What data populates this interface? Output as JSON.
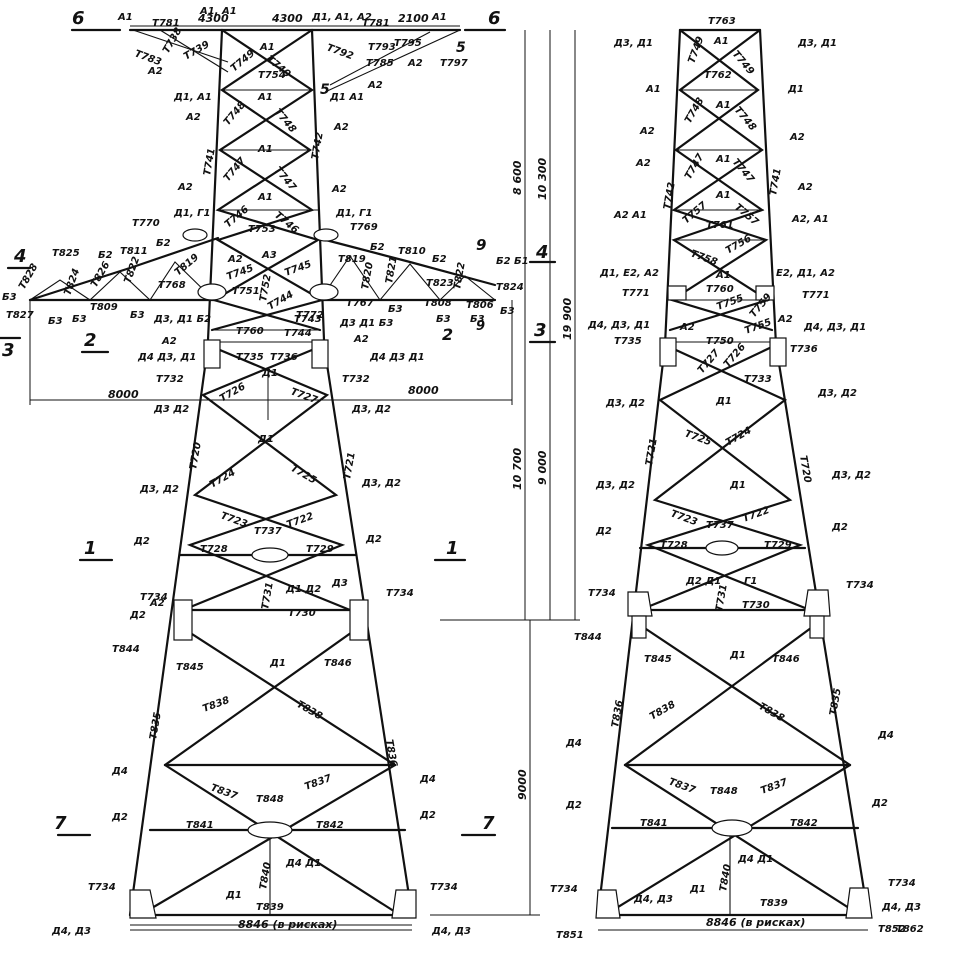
{
  "section_marks": {
    "s6_left": "6",
    "s6_right": "6",
    "s4_left": "4",
    "s4_right": "4",
    "s3_left": "3",
    "s3_right": "3",
    "s2": "2",
    "s2r": "2",
    "s9_top": "9",
    "s9_bot": "9",
    "s1_left": "1",
    "s1_right": "1",
    "s7_left": "7",
    "s7_right": "7",
    "s5": "5",
    "s5b": "5"
  },
  "dimensions": {
    "top_left": "4300",
    "top_right": "4300",
    "top_2100": "2100",
    "arm_left": "8000",
    "arm_right": "8000",
    "h_8600": "8 600",
    "h_10300": "10 300",
    "h_19900": "19 900",
    "h_10700": "10 700",
    "h_9000a": "9 000",
    "h_9000b": "9000",
    "base_left": "8846 (в рисках)",
    "base_right": "8846 (в рисках)"
  },
  "front_labels": {
    "a1_top": "А1",
    "t781_l": "Т781",
    "a1a1": "А1, А1",
    "d1a1a2": "Д1, А1, А2",
    "t781_r": "Т781",
    "a1_top_r": "А1",
    "t738": "Т738",
    "t739": "Т739",
    "t783": "Т783",
    "a2_tl": "А2",
    "a1_x1": "А1",
    "t749": "Т749",
    "t740": "Т740",
    "t754": "Т754",
    "t792": "Т792",
    "t793": "Т793",
    "t795": "Т795",
    "t785": "Т785",
    "a2_tr": "А2",
    "t797": "Т797",
    "d1a1_l": "Д1, А1",
    "d1a1_r": "Д1 А1",
    "a2_r1": "А2",
    "a1_x2": "А1",
    "t748a": "Т748",
    "t748b": "Т748",
    "a2_l2": "А2",
    "t741": "Т741",
    "t742": "Т742",
    "a2_r2": "А2",
    "a1_x3": "А1",
    "t747a": "Т747",
    "t747b": "Т747",
    "a2_l3": "А2",
    "a2_r3": "А2",
    "a1_x4": "А1",
    "t746a": "Т746",
    "t746b": "Т746",
    "t770": "Т770",
    "d1g1_l": "Д1, Г1",
    "d1g1_r": "Д1, Г1",
    "t769": "Т769",
    "t753": "Т753",
    "t825": "Т825",
    "b2_1": "Б2",
    "t811": "Т811",
    "b2_2": "Б2",
    "b2_3": "Б2",
    "t810": "Т810",
    "b2_4": "Б2",
    "b2b1": "Б2 Б1",
    "a3": "А3",
    "a2_mid": "А2",
    "t745a": "Т745",
    "t745b": "Т745",
    "t819a": "Т819",
    "t819b": "Т819",
    "t768": "Т768",
    "t767": "Т767",
    "b3_l": "Б3",
    "t828": "Т828",
    "t824": "Т824",
    "t826": "Т826",
    "t822a": "Т822",
    "t820": "Т820",
    "t821": "Т821",
    "t823": "Т823",
    "t822b": "Т822",
    "t824b": "Т824",
    "t751": "Т751",
    "t752": "Т752",
    "t744": "Т744",
    "t743": "Т743",
    "t827": "Т827",
    "b3a": "Б3",
    "b3b": "Б3",
    "t809": "Т809",
    "b3c": "Б3",
    "d3d1b2": "Д3, Д1 Б2",
    "t808": "Т808",
    "b3d": "Б3",
    "t806": "Т806",
    "b3e": "Б3",
    "b3f": "Б3",
    "b3g": "Б3",
    "d3d1b3": "Д3 Д1 Б3",
    "t772": "Т772",
    "a2_m2": "А2",
    "t760": "Т760",
    "t744b": "Т744",
    "a2_m3": "А2",
    "d4d3d1_l": "Д4 Д3, Д1",
    "t735": "Т735",
    "t736": "Т736",
    "d4d3d1_r": "Д4 Д3 Д1",
    "t732_l": "Т732",
    "d1_m": "Д1",
    "t732_r": "Т732",
    "t726": "Т726",
    "t727": "Т727",
    "d3d2_l1": "Д3 Д2",
    "d3d2_r1": "Д3, Д2",
    "d1_x1": "Д1",
    "t720": "Т720",
    "t721": "Т721",
    "t724": "Т724",
    "t725": "Т725",
    "d3d2_l2": "Д3, Д2",
    "d3d2_r2": "Д3, Д2",
    "t723": "Т723",
    "t737": "Т737",
    "t722": "Т722",
    "d2_l1": "Д2",
    "t728": "Т728",
    "t729": "Т729",
    "d2_r1": "Д2",
    "t731": "Т731",
    "d1d2": "Д1 Д2",
    "d3": "Д3",
    "a2_bot": "А2",
    "d2_bot": "Д2",
    "t730": "Т730",
    "t734_l": "Т734",
    "t734_r": "Т734",
    "t844": "Т844",
    "t845": "Т845",
    "t846": "Т846",
    "d1_x2": "Д1",
    "t835": "Т835",
    "t838a": "Т838",
    "t838b": "Т838",
    "t836": "Т836",
    "d4_l": "Д4",
    "d4_r": "Д4",
    "t837a": "Т837",
    "t848": "Т848",
    "t837b": "Т837",
    "d2_l2": "Д2",
    "t841": "Т841",
    "t842": "Т842",
    "d2_r2": "Д2",
    "t840": "Т840",
    "d4d1": "Д4 Д1",
    "t734_bl": "Т734",
    "d1_b": "Д1",
    "t839": "Т839",
    "t734_br": "Т734",
    "d4d3_l": "Д4, Д3",
    "d4d3_r": "Д4, Д3"
  },
  "side_labels": {
    "t763": "Т763",
    "d3d1_l": "Д3, Д1",
    "d3d1_r": "Д3, Д1",
    "t749": "Т749",
    "a1_1": "А1",
    "t749b": "Т749",
    "t762": "Т762",
    "a1_l": "А1",
    "a1_r": "Д1",
    "t748a": "Т748",
    "a1_2": "А1",
    "t748b": "Т748",
    "a2_l1": "А2",
    "a2_r1": "А2",
    "t747a": "Т747",
    "a1_3": "А1",
    "t747b": "Т747",
    "a2_l2": "А2",
    "t742": "Т742",
    "t741": "Т741",
    "a2_r2": "А2",
    "a1_4": "А1",
    "t757a": "Т757",
    "t757b": "Т757",
    "t761": "Т761",
    "a2a1_l": "А2 А1",
    "a2a1_r": "А2, А1",
    "t758": "Т758",
    "t756": "Т756",
    "a1_5": "А1",
    "d1e2a2": "Д1, Е2, А2",
    "e2d1a2": "Е2, Д1, А2",
    "t771_l": "Т771",
    "t760": "Т760",
    "t771_r": "Т771",
    "t755a": "Т755",
    "t759": "Т759",
    "t755b": "Т755",
    "d4d3d1_l": "Д4, Д3, Д1",
    "a2_m": "А2",
    "t750": "Т750",
    "a2_mr": "А2",
    "d4d3d1_r": "Д4, Д3, Д1",
    "t735": "Т735",
    "t736": "Т736",
    "t727": "Т727",
    "t726": "Т726",
    "t733": "Т733",
    "d1_a": "Д1",
    "d3d2_l1": "Д3, Д2",
    "d3d2_r1": "Д3, Д2",
    "t725": "Т725",
    "t724": "Т724",
    "t721": "Т721",
    "t720": "Т720",
    "d1_b": "Д1",
    "d3d2_l2": "Д3, Д2",
    "d3d2_r2": "Д3, Д2",
    "t723": "Т723",
    "t737": "Т737",
    "t722": "Т722",
    "d2_l1": "Д2",
    "d2_r1": "Д2",
    "t728": "Т728",
    "t729": "Т729",
    "d2d1": "Д2 Д1",
    "g1": "Г1",
    "t731": "Т731",
    "t730": "Т730",
    "t734_l": "Т734",
    "t734_r": "Т734",
    "t844": "Т844",
    "t845": "Т845",
    "d1_c": "Д1",
    "t846": "Т846",
    "t836": "Т836",
    "t835": "Т835",
    "t838a": "Т838",
    "t838b": "Т838",
    "d4_l": "Д4",
    "d4_r": "Д4",
    "t837a": "Т837",
    "t848": "Т848",
    "t837b": "Т837",
    "d2_l2": "Д2",
    "d2_r2": "Д2",
    "t841": "Т841",
    "t842": "Т842",
    "t840": "Т840",
    "d4d1": "Д4 Д1",
    "t734_bl": "Т734",
    "d4d3": "Д4, Д3",
    "d1_d": "Д1",
    "t839": "Т839",
    "t734_br": "Т734",
    "d4d3_r": "Д4, Д3",
    "t851": "Т851",
    "t852": "Т852",
    "t862": "Т862"
  }
}
